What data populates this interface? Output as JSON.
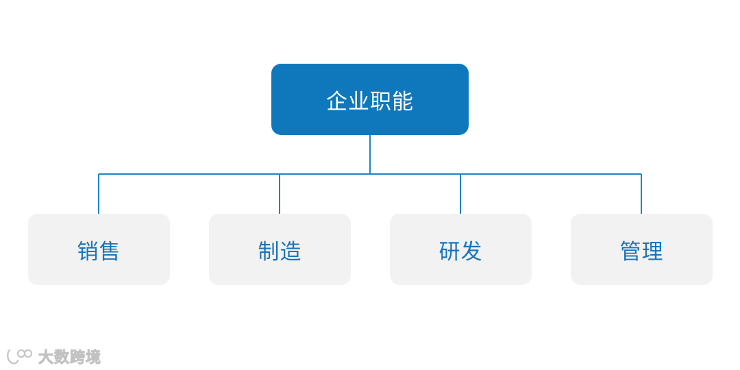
{
  "diagram": {
    "root": {
      "label": "企业职能"
    },
    "children": [
      {
        "label": "销售"
      },
      {
        "label": "制造"
      },
      {
        "label": "研发"
      },
      {
        "label": "管理"
      }
    ]
  },
  "watermark": {
    "text": "大数跨境",
    "icon": "logo-icon"
  },
  "colors": {
    "root_fill": "#0f78bd",
    "child_fill": "#f2f2f2",
    "child_text": "#1a74b8",
    "connector": "#1e84c4"
  }
}
